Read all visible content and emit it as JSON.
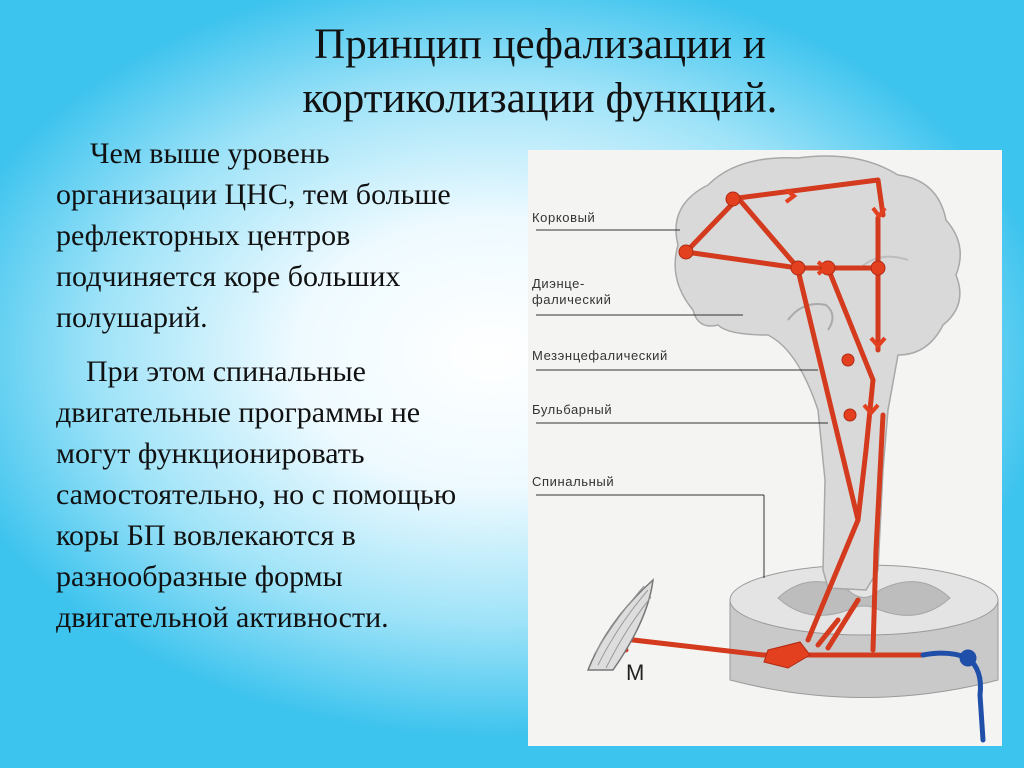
{
  "slide": {
    "title_line1": "Принцип цефализации и",
    "title_line2": "кортиколизации функций.",
    "paragraph1": "Чем выше уровень организации ЦНС, тем больше рефлекторных центров подчиняется коре больших полушарий.",
    "paragraph2": "При этом спинальные двигательные программы не могут функционировать самостоятельно, но с помощью коры БП вовлекаются в разнообразные формы двигательной активности."
  },
  "figure": {
    "labels": {
      "cortical": "Корковый",
      "diencephalic_1": "Диэнце-",
      "diencephalic_2": "фалический",
      "mesencephalic": "Мезэнцефалический",
      "bulbar": "Бульбарный",
      "spinal": "Спинальный",
      "motoneuron": "М"
    },
    "colors": {
      "pathway": "#d33a1e",
      "neuron": "#e2401f",
      "sensory_neuron": "#1f4fa8",
      "brain_fill": "#d8d8d8",
      "cord_fill": "#dedede"
    }
  }
}
